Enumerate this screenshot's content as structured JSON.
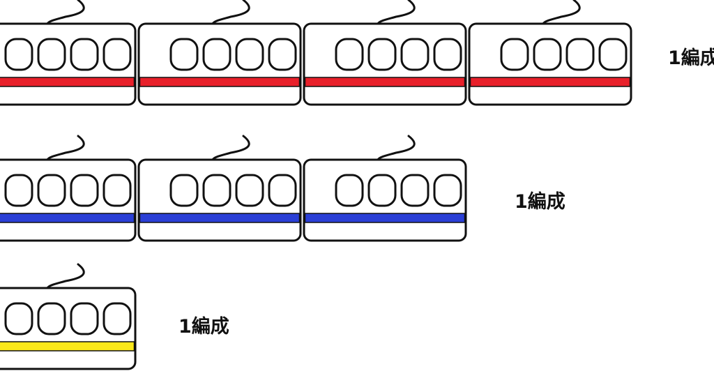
{
  "colors": {
    "red_line": "#e8202a",
    "blue_line": "#2a3fd6",
    "yellow_line": "#fbe81a",
    "outline": "#111111",
    "background": "#ffffff"
  },
  "formations": [
    {
      "id": "red",
      "cars": 4,
      "line_color": "red_line",
      "label": "1編成"
    },
    {
      "id": "blue",
      "cars": 3,
      "line_color": "blue_line",
      "label": "1編成"
    },
    {
      "id": "yellow",
      "cars": 1,
      "line_color": "yellow_line",
      "label": "1編成"
    }
  ],
  "windows_per_car": 4
}
